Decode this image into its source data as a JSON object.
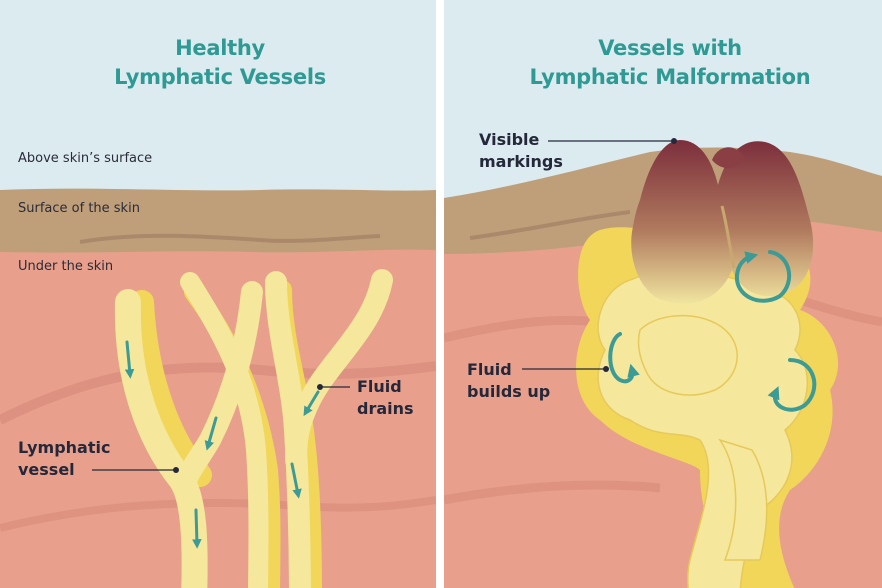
{
  "left_panel": {
    "title_line1": "Healthy",
    "title_line2": "Lymphatic Vessels",
    "layer_above": "Above skin’s surface",
    "layer_surface": "Surface of the skin",
    "layer_under": "Under the skin",
    "callout_fluid_line1": "Fluid",
    "callout_fluid_line2": "drains",
    "callout_vessel_line1": "Lymphatic",
    "callout_vessel_line2": "vessel"
  },
  "right_panel": {
    "title_line1": "Vessels with",
    "title_line2": "Lymphatic Malformation",
    "callout_markings_line1": "Visible",
    "callout_markings_line2": "markings",
    "callout_builds_line1": "Fluid",
    "callout_builds_line2": "builds up"
  },
  "colors": {
    "sky": "#dcebf0",
    "skin_surface": "#bf9f7a",
    "under_skin": "#e8a08c",
    "vessel": "#f5e79b",
    "vessel_shadow": "#f1d65a",
    "arrow": "#3c9b95",
    "title": "#2f9a93",
    "marking": "#7c2e3c"
  }
}
